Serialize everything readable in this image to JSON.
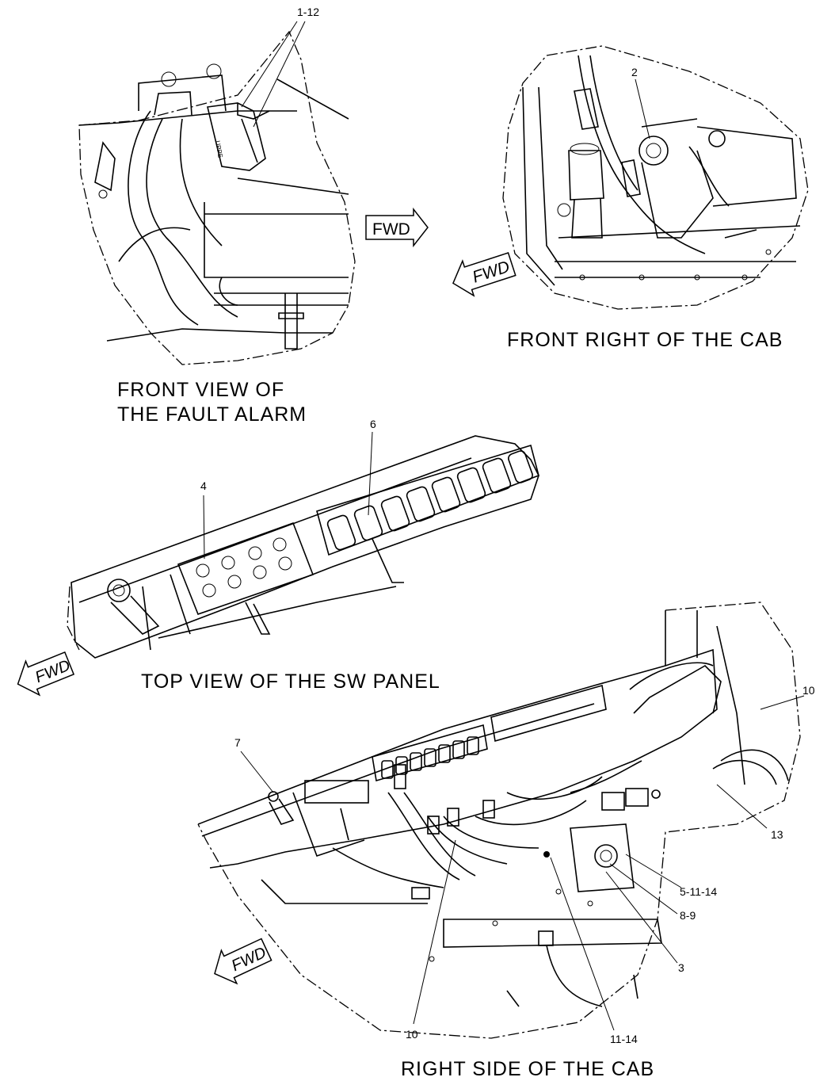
{
  "views": {
    "fault_alarm": {
      "caption_line1": "FRONT VIEW OF",
      "caption_line2": "THE FAULT ALARM"
    },
    "cab_front_right": {
      "caption": "FRONT RIGHT OF THE CAB"
    },
    "sw_panel": {
      "caption": "TOP VIEW OF THE SW PANEL"
    },
    "cab_right_side": {
      "caption": "RIGHT SIDE OF THE CAB"
    }
  },
  "direction_label": "FWD",
  "callouts": {
    "c1_12": "1-12",
    "c2": "2",
    "c4": "4",
    "c6": "6",
    "c7": "7",
    "c10_top": "10",
    "c13": "13",
    "c5_11_14": "5-11-14",
    "c8_9": "8-9",
    "c3": "3",
    "c10_bottom": "10",
    "c11_14": "11-14"
  },
  "colors": {
    "line": "#000000",
    "background": "#ffffff"
  }
}
